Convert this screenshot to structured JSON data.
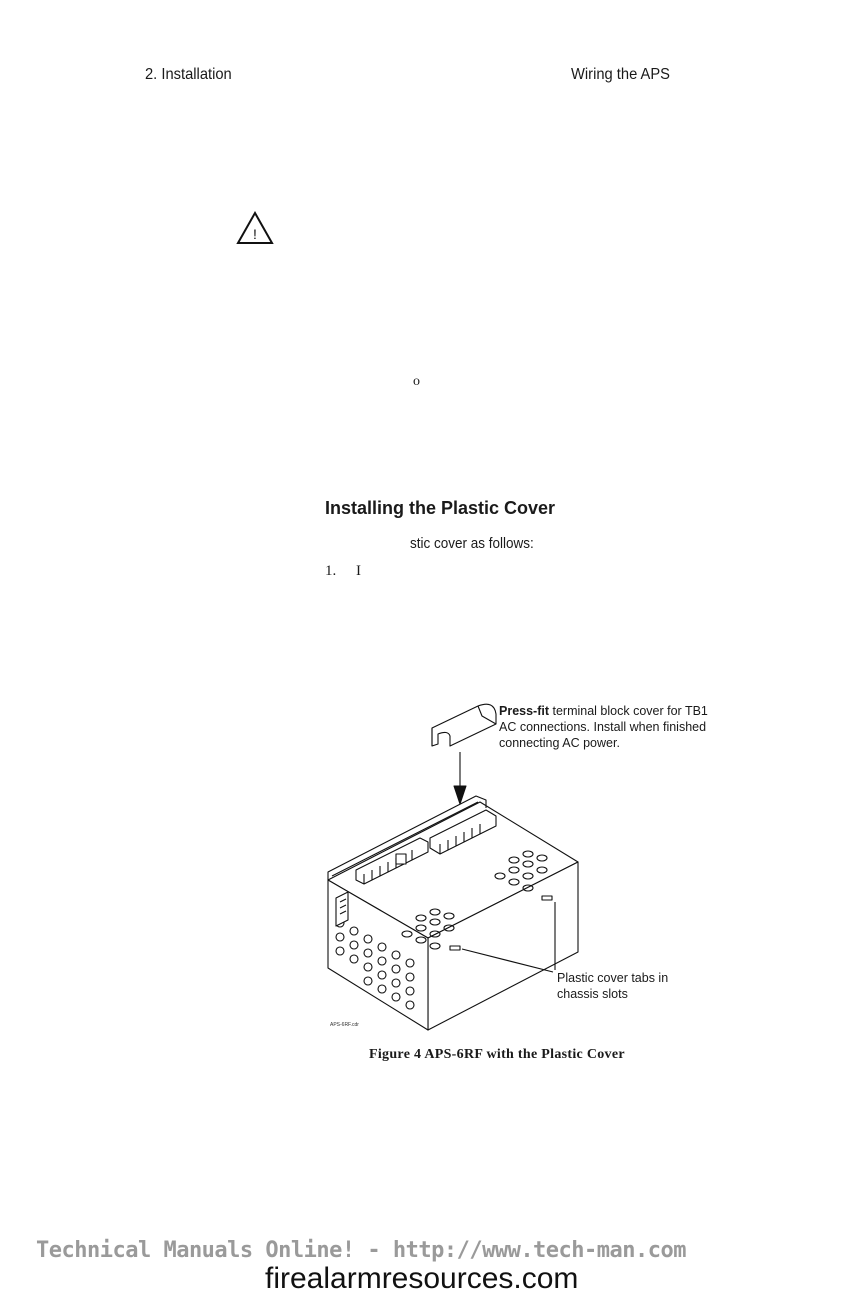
{
  "header": {
    "left": "2. Installation",
    "right": "Wiring the APS"
  },
  "body": {
    "degree_fragment": "o",
    "section_heading": "Installing the Plastic Cover",
    "intro_fragment": "stic cover as follows:",
    "step_number": "1.",
    "step_fragment": "I"
  },
  "figure": {
    "callout_top_bold": "Press-fit",
    "callout_top_rest": " terminal block cover for TB1 AC connections. Install when finished connecting AC power.",
    "callout_bottom": "Plastic cover tabs in chassis slots",
    "figure_id": "APS-6RF.cdr",
    "caption": "Figure 4  APS-6RF with the Plastic Cover"
  },
  "footer": {
    "line1": "Technical Manuals Online! - http://www.tech-man.com",
    "line2": "firealarmresources.com"
  }
}
